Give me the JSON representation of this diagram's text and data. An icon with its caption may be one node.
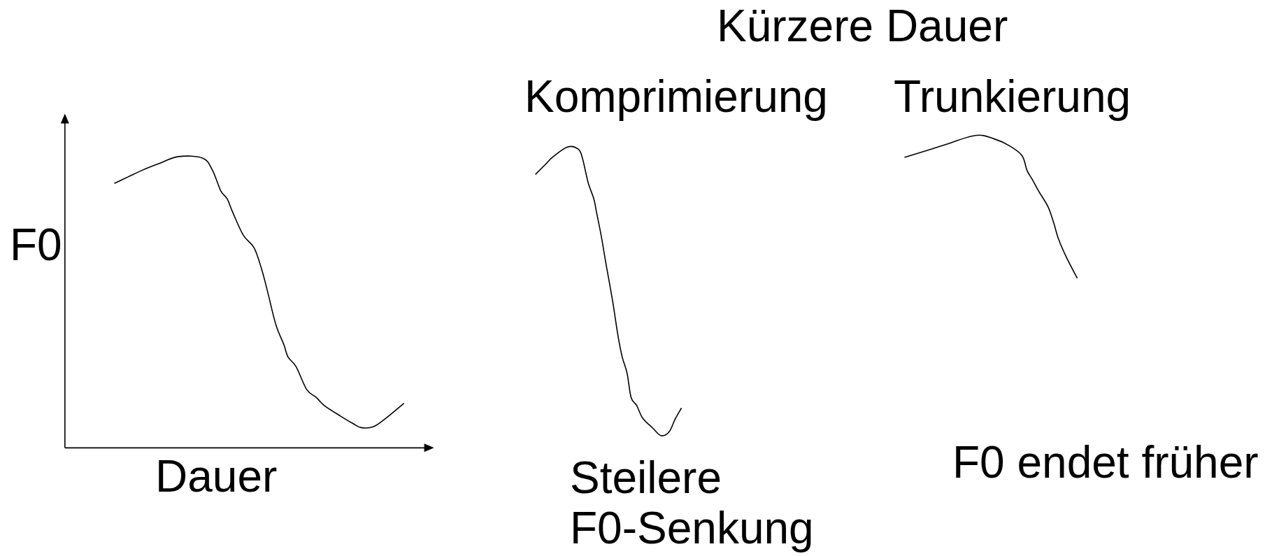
{
  "diagram": {
    "labels": [
      "Kürzere Dauer",
      "Komprimierung",
      "Trunkierung",
      "F0",
      "Dauer",
      "Steilere F0-Senkung",
      "F0 endet früher"
    ]
  }
}
